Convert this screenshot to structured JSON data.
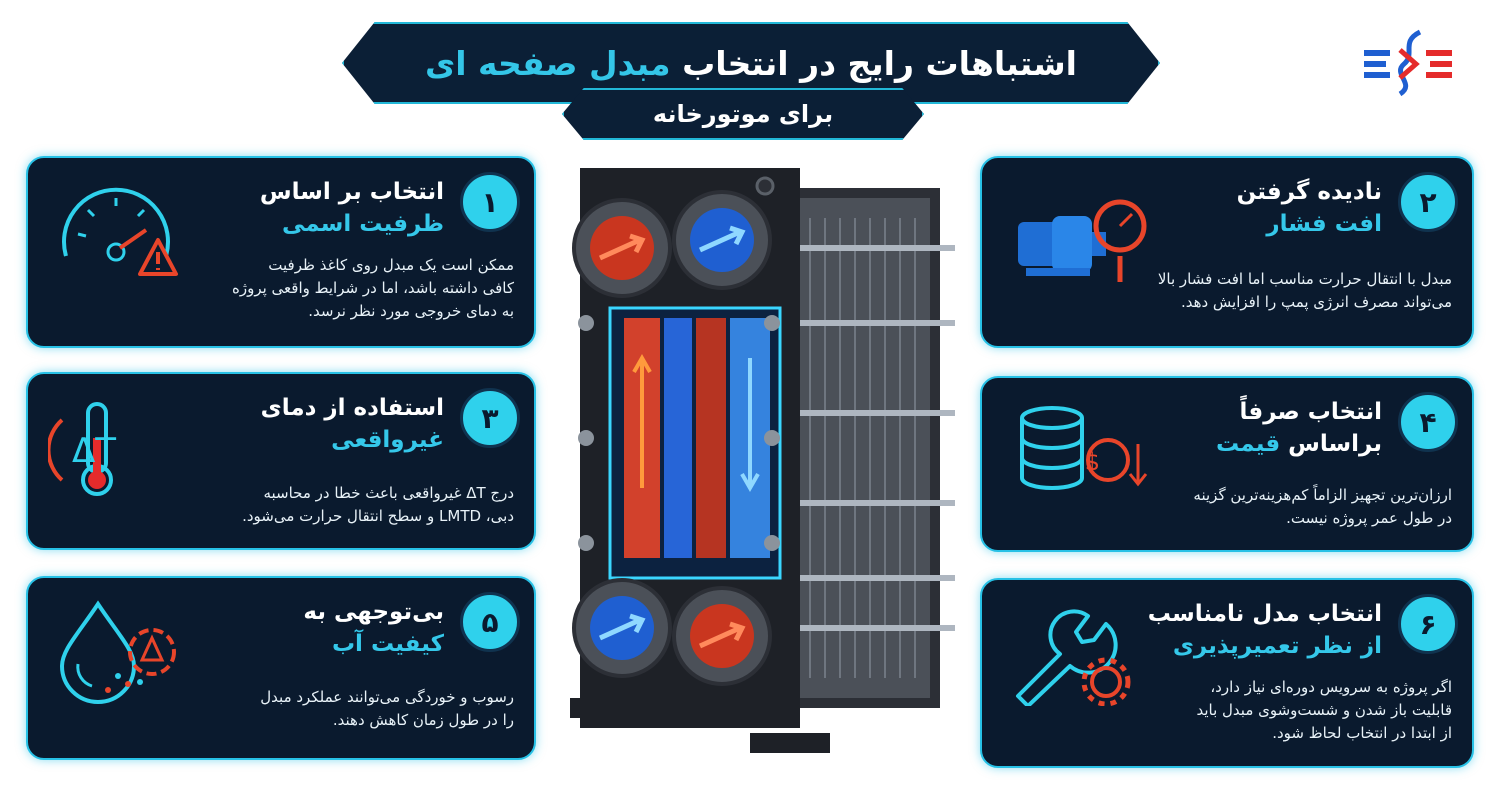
{
  "header": {
    "title_part1": "اشتباهات رایج در انتخاب",
    "title_accent": "مبدل صفحه ای",
    "subtitle": "برای موتورخانه"
  },
  "colors": {
    "navy": "#0a1a2e",
    "cyan": "#27c1e6",
    "hot": "#e8452a",
    "cold": "#2a6de8"
  },
  "cards": [
    {
      "number": "۱",
      "title_line1": "انتخاب بر اساس",
      "title_line2": "ظرفیت اسمی",
      "body": [
        "ممکن است یک مبدل روی کاغذ ظرفیت",
        "کافی داشته باشد، اما در شرایط واقعی پروژه",
        "به دمای خروجی مورد نظر نرسد."
      ],
      "icon": "gauge-warning-icon"
    },
    {
      "number": "۲",
      "title_line1": "نادیده گرفتن",
      "title_line2": "افت فشار",
      "body": [
        "مبدل با انتقال حرارت مناسب اما افت فشار بالا",
        "می‌تواند مصرف انرژی پمپ را افزایش دهد."
      ],
      "icon": "pump-gauge-icon"
    },
    {
      "number": "۳",
      "title_line1": "استفاده از دمای",
      "title_line2": "غیرواقعی",
      "body": [
        "درج ΔT غیرواقعی باعث خطا در محاسبه",
        "دبی، LMTD و سطح انتقال حرارت می‌شود."
      ],
      "icon": "thermometer-delta-icon",
      "icon_text": "ΔT"
    },
    {
      "number": "۴",
      "title_line1": "انتخاب صرفاً",
      "title_line2a": "براساس",
      "title_line2b": "قیمت",
      "body": [
        "ارزان‌ترین تجهیز الزاماً کم‌هزینه‌ترین گزینه",
        "در طول عمر پروژه نیست."
      ],
      "icon": "coins-price-down-icon",
      "icon_text": "$"
    },
    {
      "number": "۵",
      "title_line1": "بی‌توجهی به",
      "title_line2": "کیفیت آب",
      "body": [
        "رسوب و خوردگی می‌توانند عملکرد مبدل",
        "را در طول زمان کاهش دهند."
      ],
      "icon": "water-drop-scale-icon"
    },
    {
      "number": "۶",
      "title_line1": "انتخاب مدل نامناسب",
      "title_line2": "از نظر تعمیرپذیری",
      "body": [
        "اگر پروژه به سرویس دوره‌ای نیاز دارد،",
        "قابلیت باز شدن و شست‌وشوی مبدل باید",
        "از ابتدا در انتخاب لحاظ شود."
      ],
      "icon": "wrench-gear-icon"
    }
  ]
}
